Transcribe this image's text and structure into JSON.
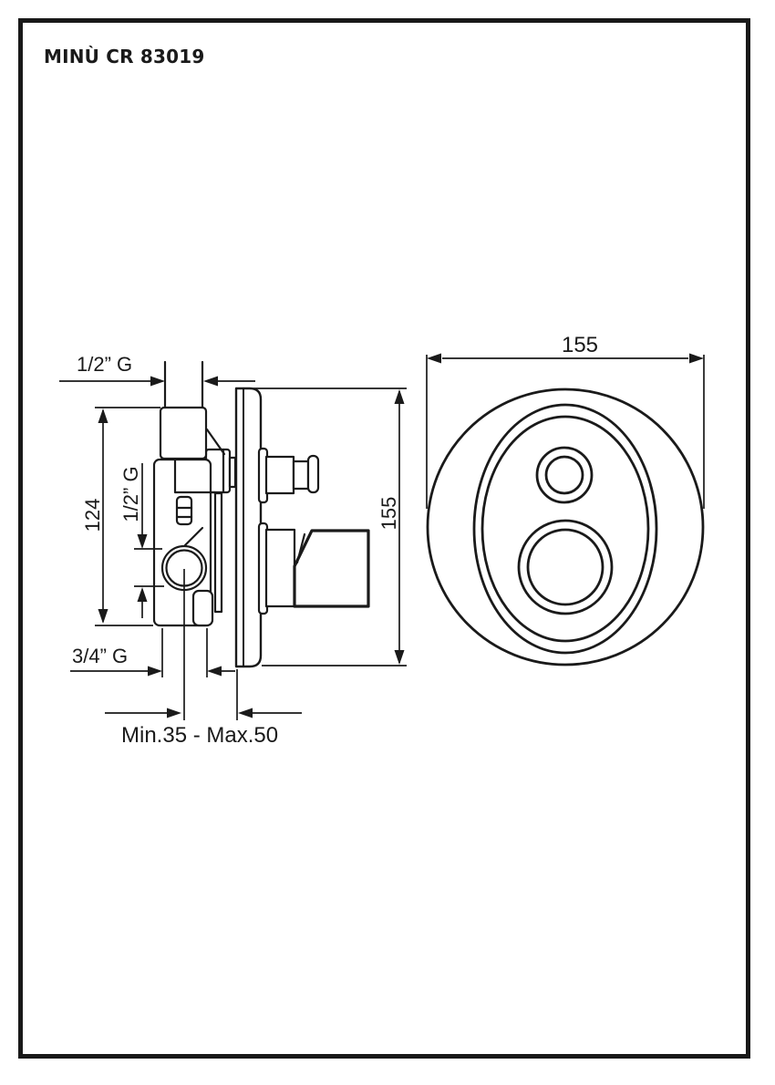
{
  "title": "MINÙ CR 83019",
  "line_color": "#1a1a1a",
  "side_view": {
    "labels": {
      "top_port": "1/2” G",
      "height": "124",
      "side_port": "1/2” G",
      "bottom_port": "3/4” G",
      "plate_height": "155",
      "depth_range": "Min.35 - Max.50"
    }
  },
  "front_view": {
    "labels": {
      "plate_diameter": "155"
    }
  }
}
